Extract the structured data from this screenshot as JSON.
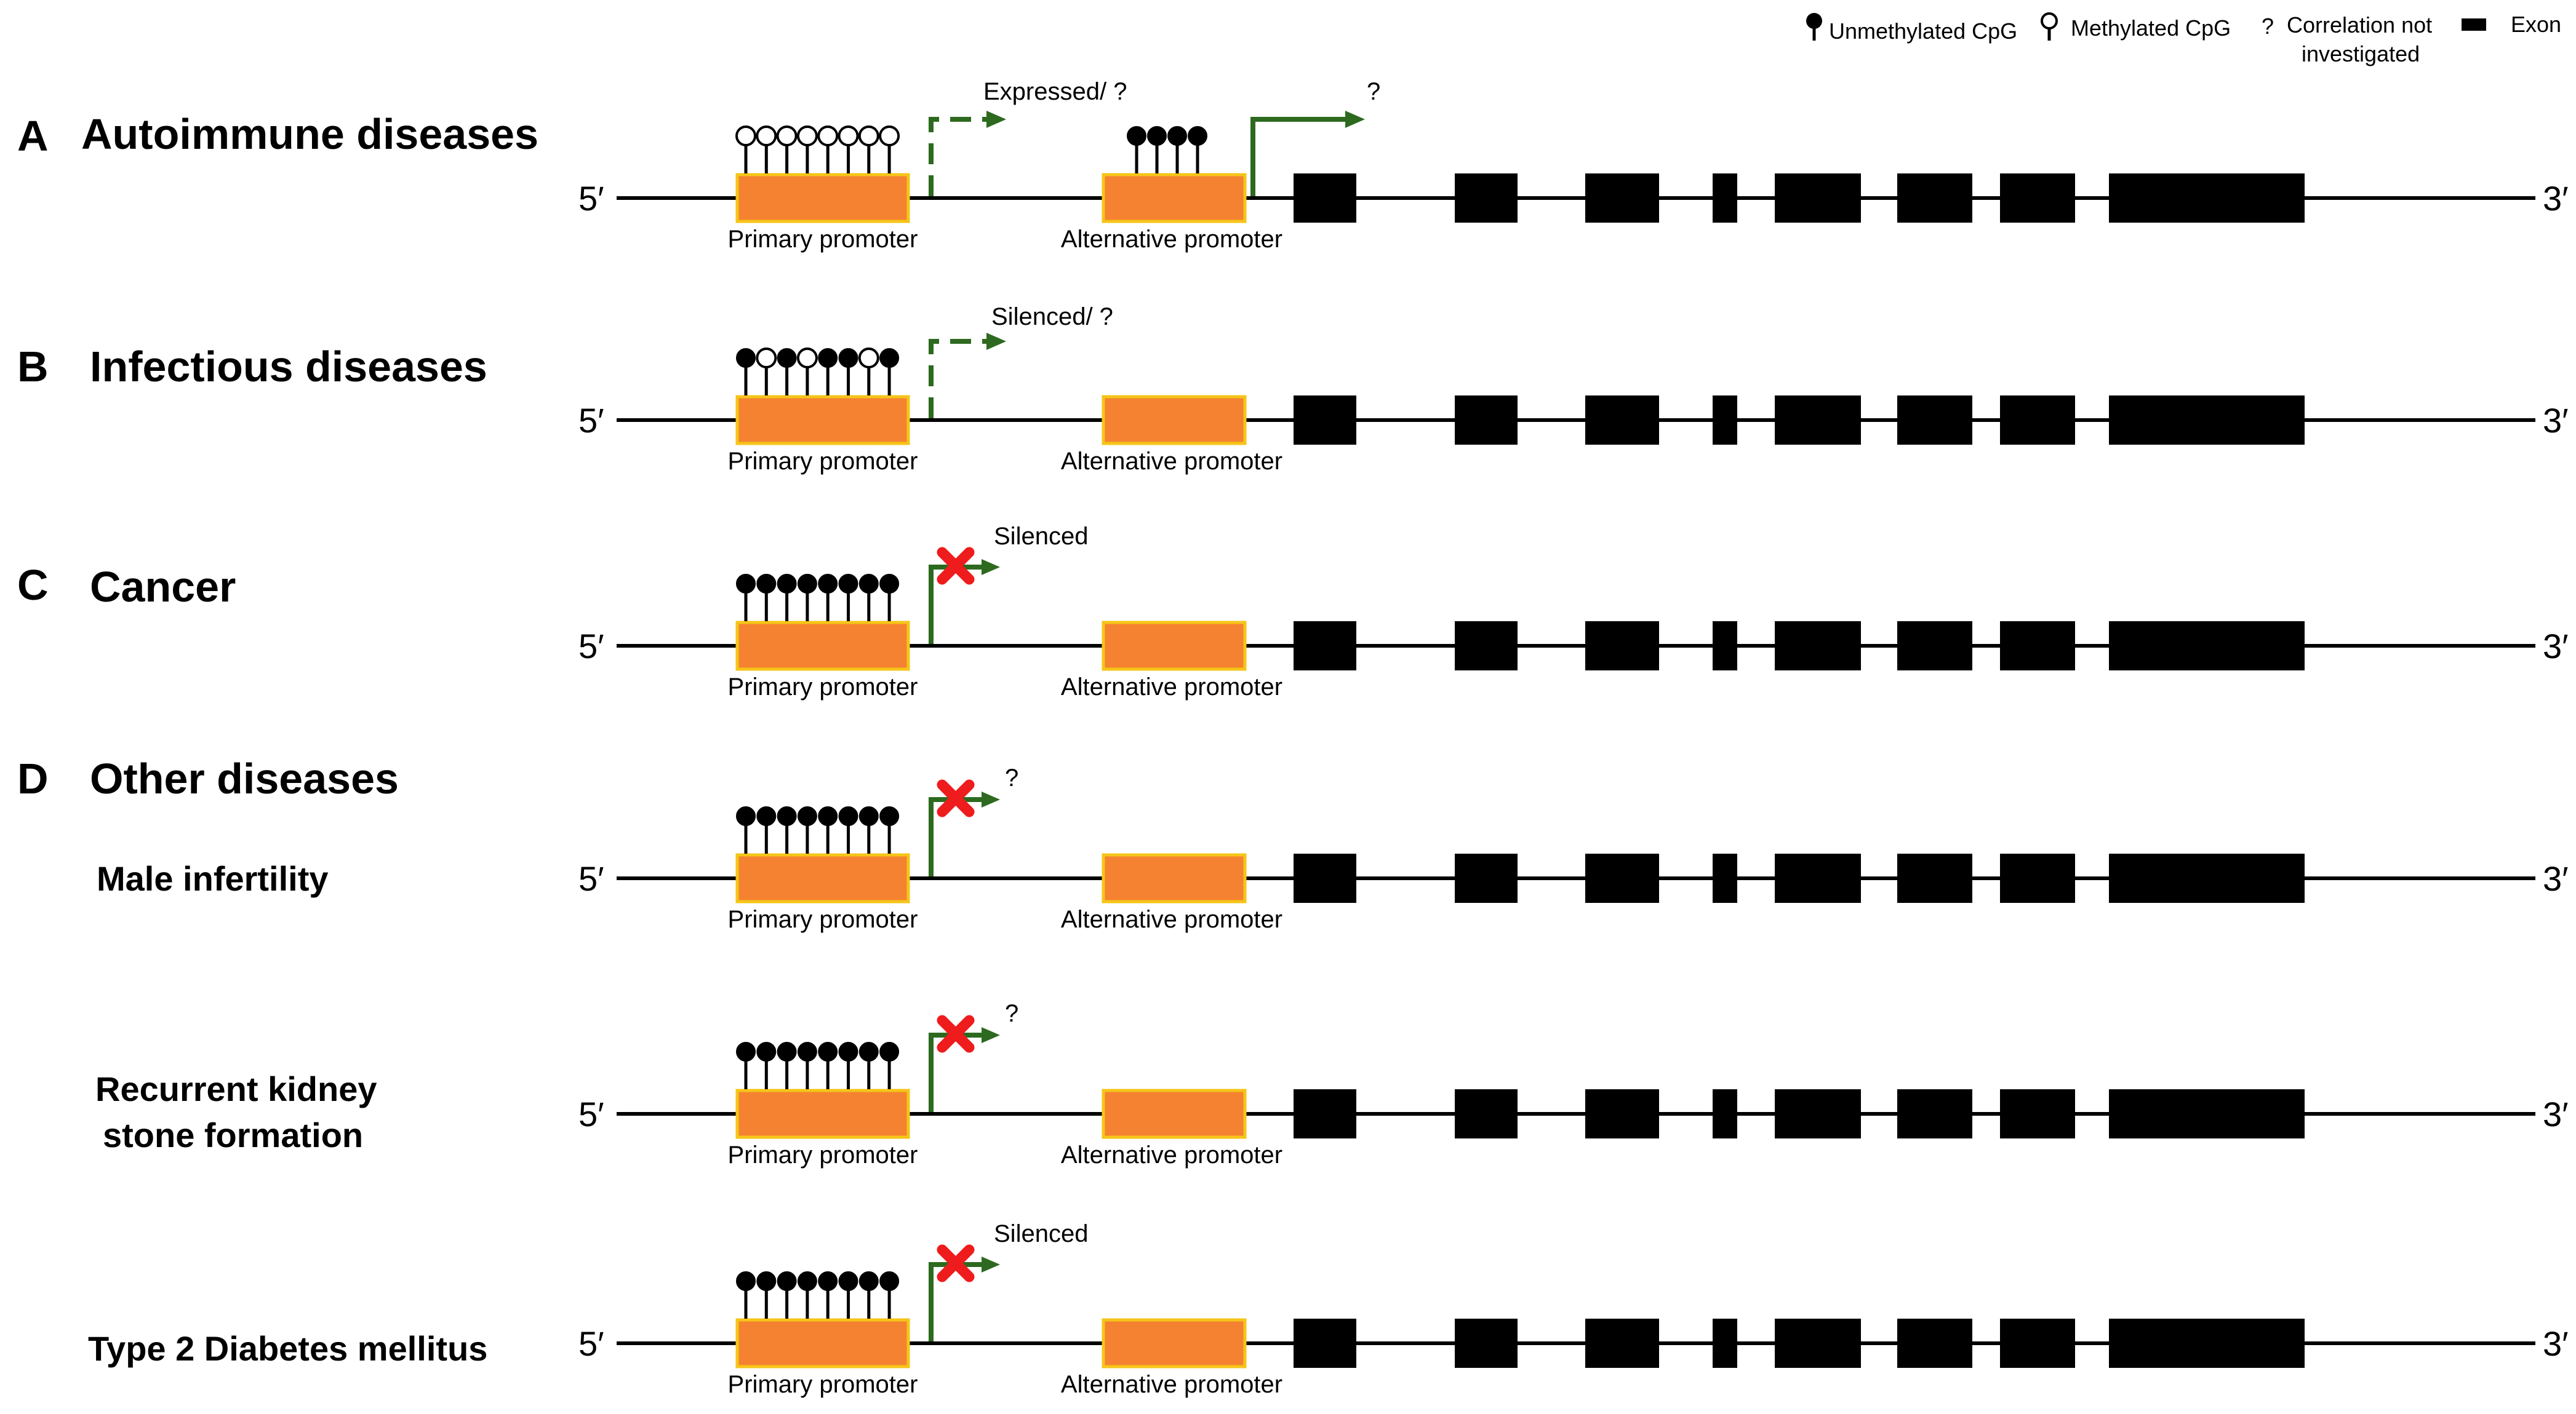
{
  "colors": {
    "promoter_fill": "#f58231",
    "promoter_border": "#f5c518",
    "arrow": "#2d6a1f",
    "cross": "#ee1c1c",
    "exon": "#000000"
  },
  "legend": {
    "unmethylated": "Unmethylated CpG",
    "methylated": "Methylated CpG",
    "question_symbol": "?",
    "question_line1": "Correlation not",
    "question_line2": "investigated",
    "exon": "Exon"
  },
  "labels": {
    "five_prime": "5′",
    "three_prime": "3′",
    "primary_promoter": "Primary promoter",
    "alternative_promoter": "Alternative promoter"
  },
  "rows": [
    {
      "letter": "A",
      "title": "Autoimmune diseases",
      "subtitle_lines": [],
      "cpg": [
        "open",
        "open",
        "open",
        "open",
        "open",
        "open",
        "open",
        "open"
      ],
      "alt_cpg": [
        "filled",
        "filled",
        "filled",
        "filled"
      ],
      "primary_arrow": "dashed",
      "primary_status": "Expressed/ ?",
      "alt_arrow": "solid",
      "alt_status": "?"
    },
    {
      "letter": "B",
      "title": "Infectious diseases",
      "subtitle_lines": [],
      "cpg": [
        "filled",
        "open",
        "filled",
        "open",
        "filled",
        "filled",
        "open",
        "filled"
      ],
      "alt_cpg": [],
      "primary_arrow": "dashed",
      "primary_status": "Silenced/ ?",
      "alt_arrow": "none",
      "alt_status": ""
    },
    {
      "letter": "C",
      "title": "Cancer",
      "subtitle_lines": [],
      "cpg": [
        "filled",
        "filled",
        "filled",
        "filled",
        "filled",
        "filled",
        "filled",
        "filled"
      ],
      "alt_cpg": [],
      "primary_arrow": "blocked",
      "primary_status": "Silenced",
      "alt_arrow": "none",
      "alt_status": ""
    },
    {
      "letter": "D",
      "title": "Other diseases",
      "subtitle_lines": [
        "Male infertility"
      ],
      "cpg": [
        "filled",
        "filled",
        "filled",
        "filled",
        "filled",
        "filled",
        "filled",
        "filled"
      ],
      "alt_cpg": [],
      "primary_arrow": "blocked",
      "primary_status": "?",
      "alt_arrow": "none",
      "alt_status": ""
    },
    {
      "letter": "",
      "title": "",
      "subtitle_lines": [
        "Recurrent kidney",
        "stone formation"
      ],
      "cpg": [
        "filled",
        "filled",
        "filled",
        "filled",
        "filled",
        "filled",
        "filled",
        "filled"
      ],
      "alt_cpg": [],
      "primary_arrow": "blocked",
      "primary_status": "?",
      "alt_arrow": "none",
      "alt_status": ""
    },
    {
      "letter": "",
      "title": "",
      "subtitle_lines": [
        "Type 2 Diabetes mellitus"
      ],
      "cpg": [
        "filled",
        "filled",
        "filled",
        "filled",
        "filled",
        "filled",
        "filled",
        "filled"
      ],
      "alt_cpg": [],
      "primary_arrow": "blocked",
      "primary_status": "Silenced",
      "alt_arrow": "none",
      "alt_status": ""
    }
  ]
}
